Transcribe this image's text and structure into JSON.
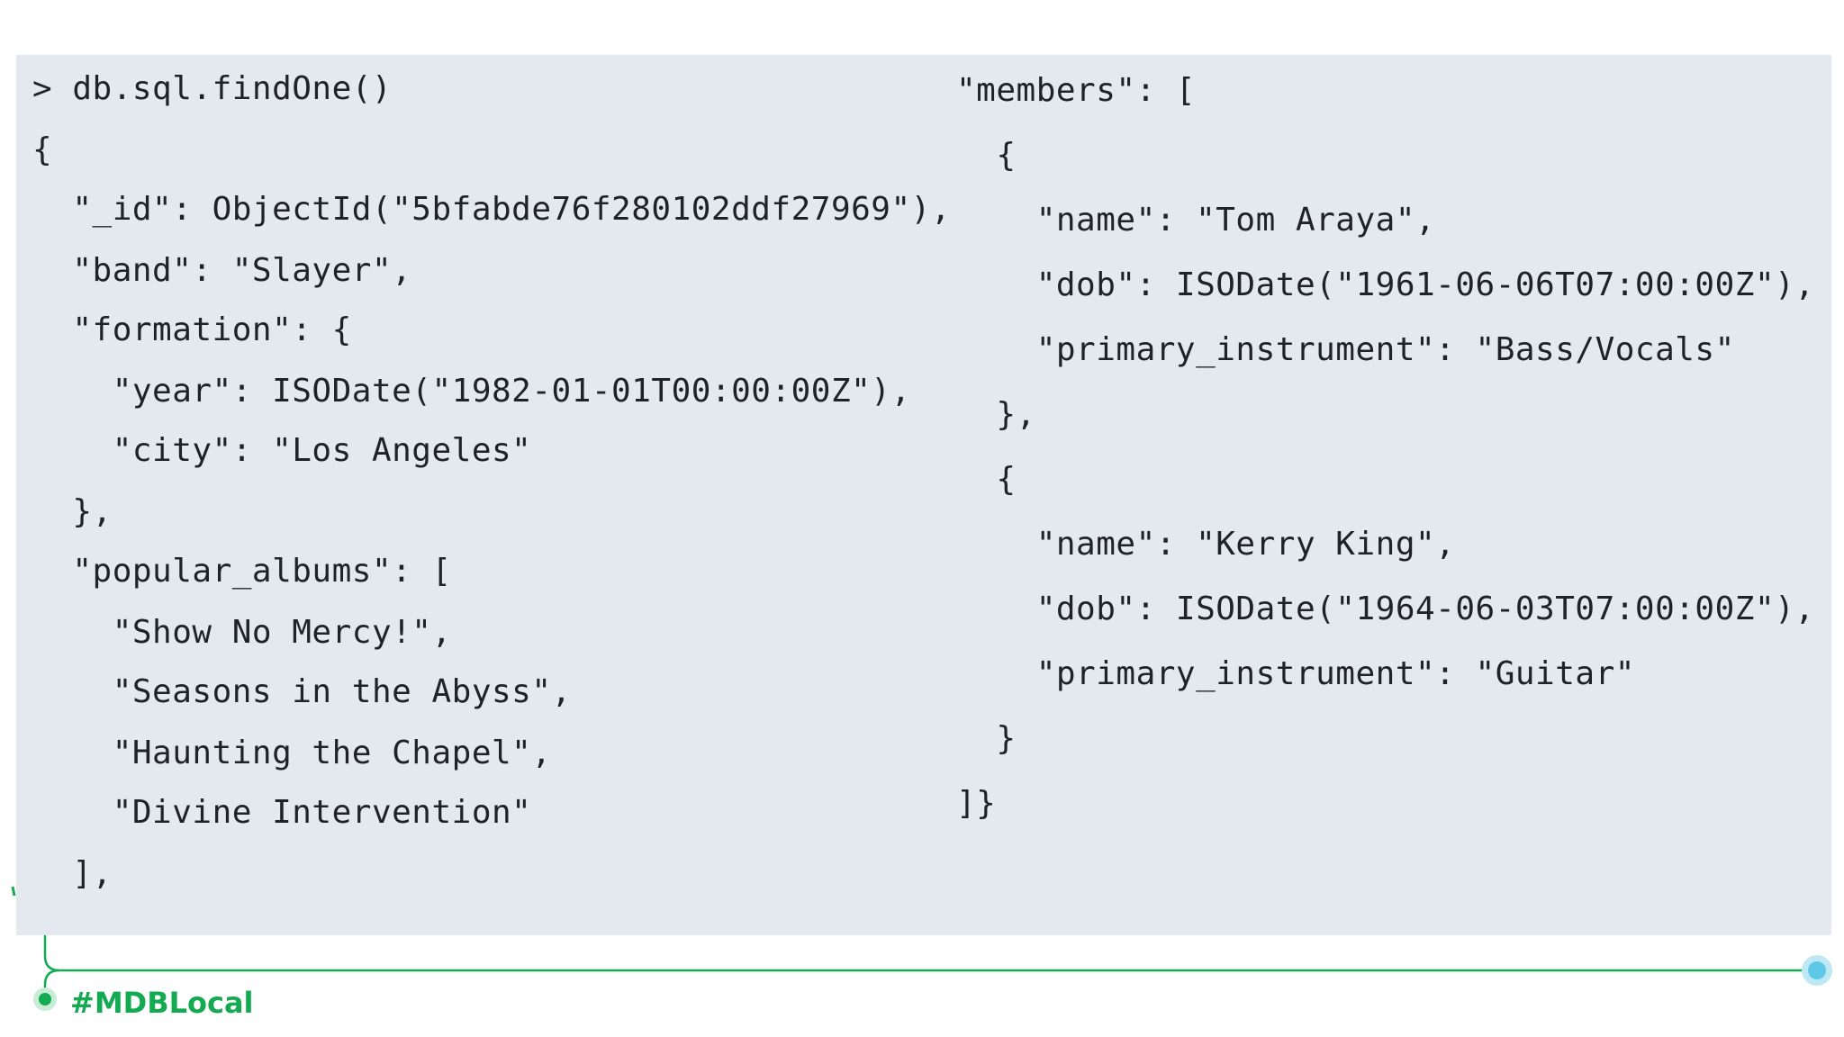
{
  "left_code": {
    "lines": [
      "> db.sql.findOne()",
      "{",
      "  \"_id\": ObjectId(\"5bfabde76f280102ddf27969\"),",
      "  \"band\": \"Slayer\",",
      "  \"formation\": {",
      "    \"year\": ISODate(\"1982-01-01T00:00:00Z\"),",
      "    \"city\": \"Los Angeles\"",
      "  },",
      "  \"popular_albums\": [",
      "    \"Show No Mercy!\",",
      "    \"Seasons in the Abyss\",",
      "    \"Haunting the Chapel\",",
      "    \"Divine Intervention\"",
      "  ],"
    ]
  },
  "right_code": {
    "lines": [
      "\"members\": [",
      "  {",
      "    \"name\": \"Tom Araya\",",
      "    \"dob\": ISODate(\"1961-06-06T07:00:00Z\"),",
      "    \"primary_instrument\": \"Bass/Vocals\"",
      "  },",
      "  {",
      "    \"name\": \"Kerry King\",",
      "    \"dob\": ISODate(\"1964-06-03T07:00:00Z\"),",
      "    \"primary_instrument\": \"Guitar\"",
      "  }",
      "]}"
    ]
  },
  "footer": {
    "hashtag": "#MDBLocal"
  },
  "colors": {
    "panel_bg": "#e4e9f0",
    "text": "#1f2328",
    "brand_green": "#13aa52",
    "accent_blue": "#5fc8e6"
  }
}
